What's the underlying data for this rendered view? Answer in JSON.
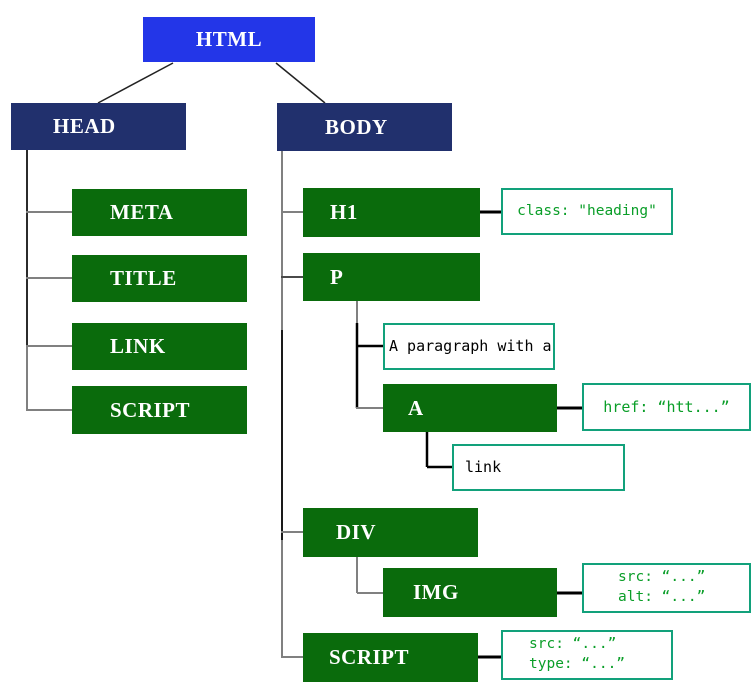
{
  "colors": {
    "root_box": "#2336e8",
    "section_box": "#21306d",
    "element_box": "#0a6b0c",
    "note_border": "#12a17b",
    "note_text": "#0a9e28",
    "tree_line": "#808080",
    "annotation_line": "#000000"
  },
  "nodes": {
    "html": "HTML",
    "head": "HEAD",
    "body": "BODY",
    "meta": "META",
    "title": "TITLE",
    "link": "LINK",
    "script_head": "SCRIPT",
    "h1": "H1",
    "p": "P",
    "a": "A",
    "div": "DIV",
    "img": "IMG",
    "script_body": "SCRIPT"
  },
  "notes": {
    "h1_class": "class: \"heading\"",
    "p_text": "A paragraph with a",
    "a_href": "href: “htt...”",
    "a_link_text": "link",
    "img_src": "src: “...”",
    "img_alt": "alt: “...”",
    "script_src": "src: “...”",
    "script_type": "type: “...”"
  }
}
